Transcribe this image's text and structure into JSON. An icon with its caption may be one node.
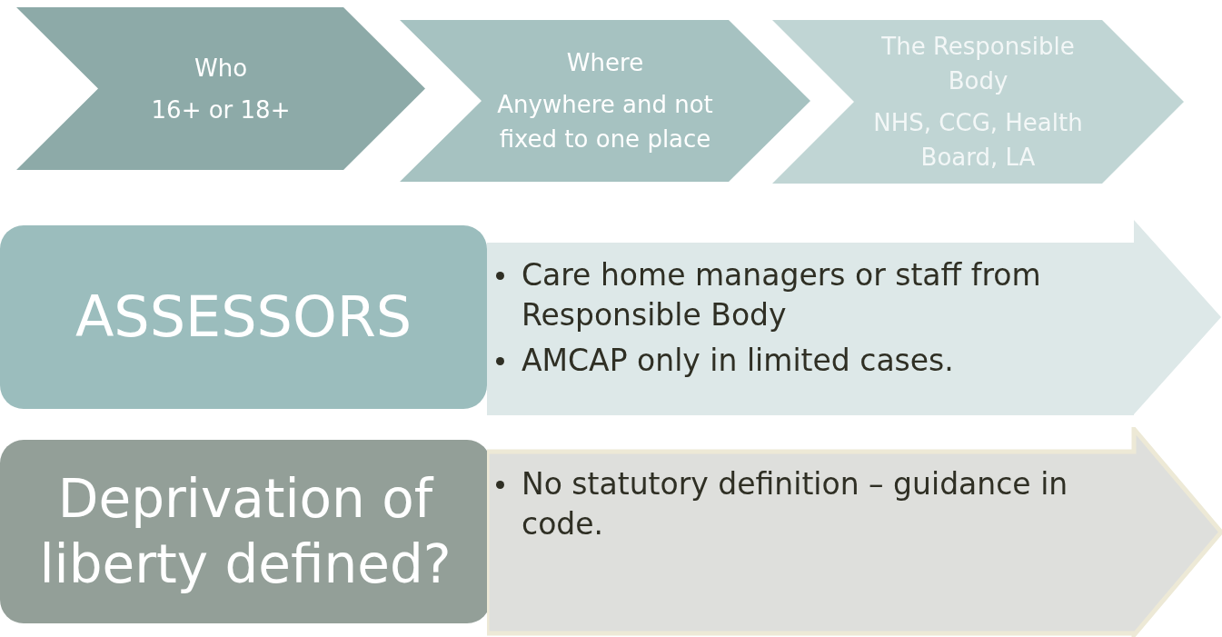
{
  "diagram": {
    "nodes": [
      {
        "text": [
          "Who",
          "16+ or 18+"
        ]
      },
      {
        "text": [
          "Where",
          "Anywhere and not fixed to one place"
        ]
      },
      {
        "text": [
          "The Responsible Body",
          "NHS, CCG, Health Board, LA"
        ]
      },
      {
        "text": [
          "ASSESSORS"
        ]
      },
      {
        "text": [
          "Care home managers or staff from Responsible Body",
          "AMCAP only in limited cases."
        ]
      },
      {
        "text": [
          "Deprivation of liberty defined?"
        ]
      },
      {
        "text": [
          "No statutory definition – guidance in code."
        ]
      }
    ]
  }
}
